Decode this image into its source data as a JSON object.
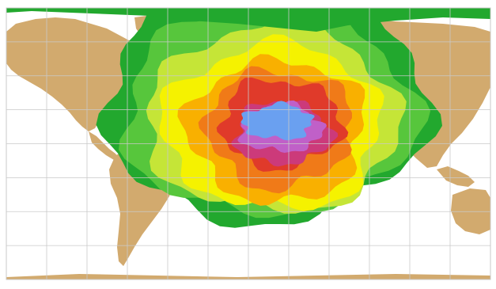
{
  "colors": {
    "ocean": "#ffffff",
    "land": "#d2aa6e",
    "grid": "#c9c9c9",
    "border": "#333333",
    "contour_scale": [
      "#22a82e",
      "#57c63c",
      "#c5e537",
      "#f5f200",
      "#f9b000",
      "#f07a18",
      "#e03a2a",
      "#cc3a7a",
      "#c060c8",
      "#6aa0f0"
    ]
  },
  "map": {
    "projection": "equirectangular",
    "features": [
      "world-coastlines",
      "lat-lon-grid",
      "filled-contours"
    ]
  }
}
